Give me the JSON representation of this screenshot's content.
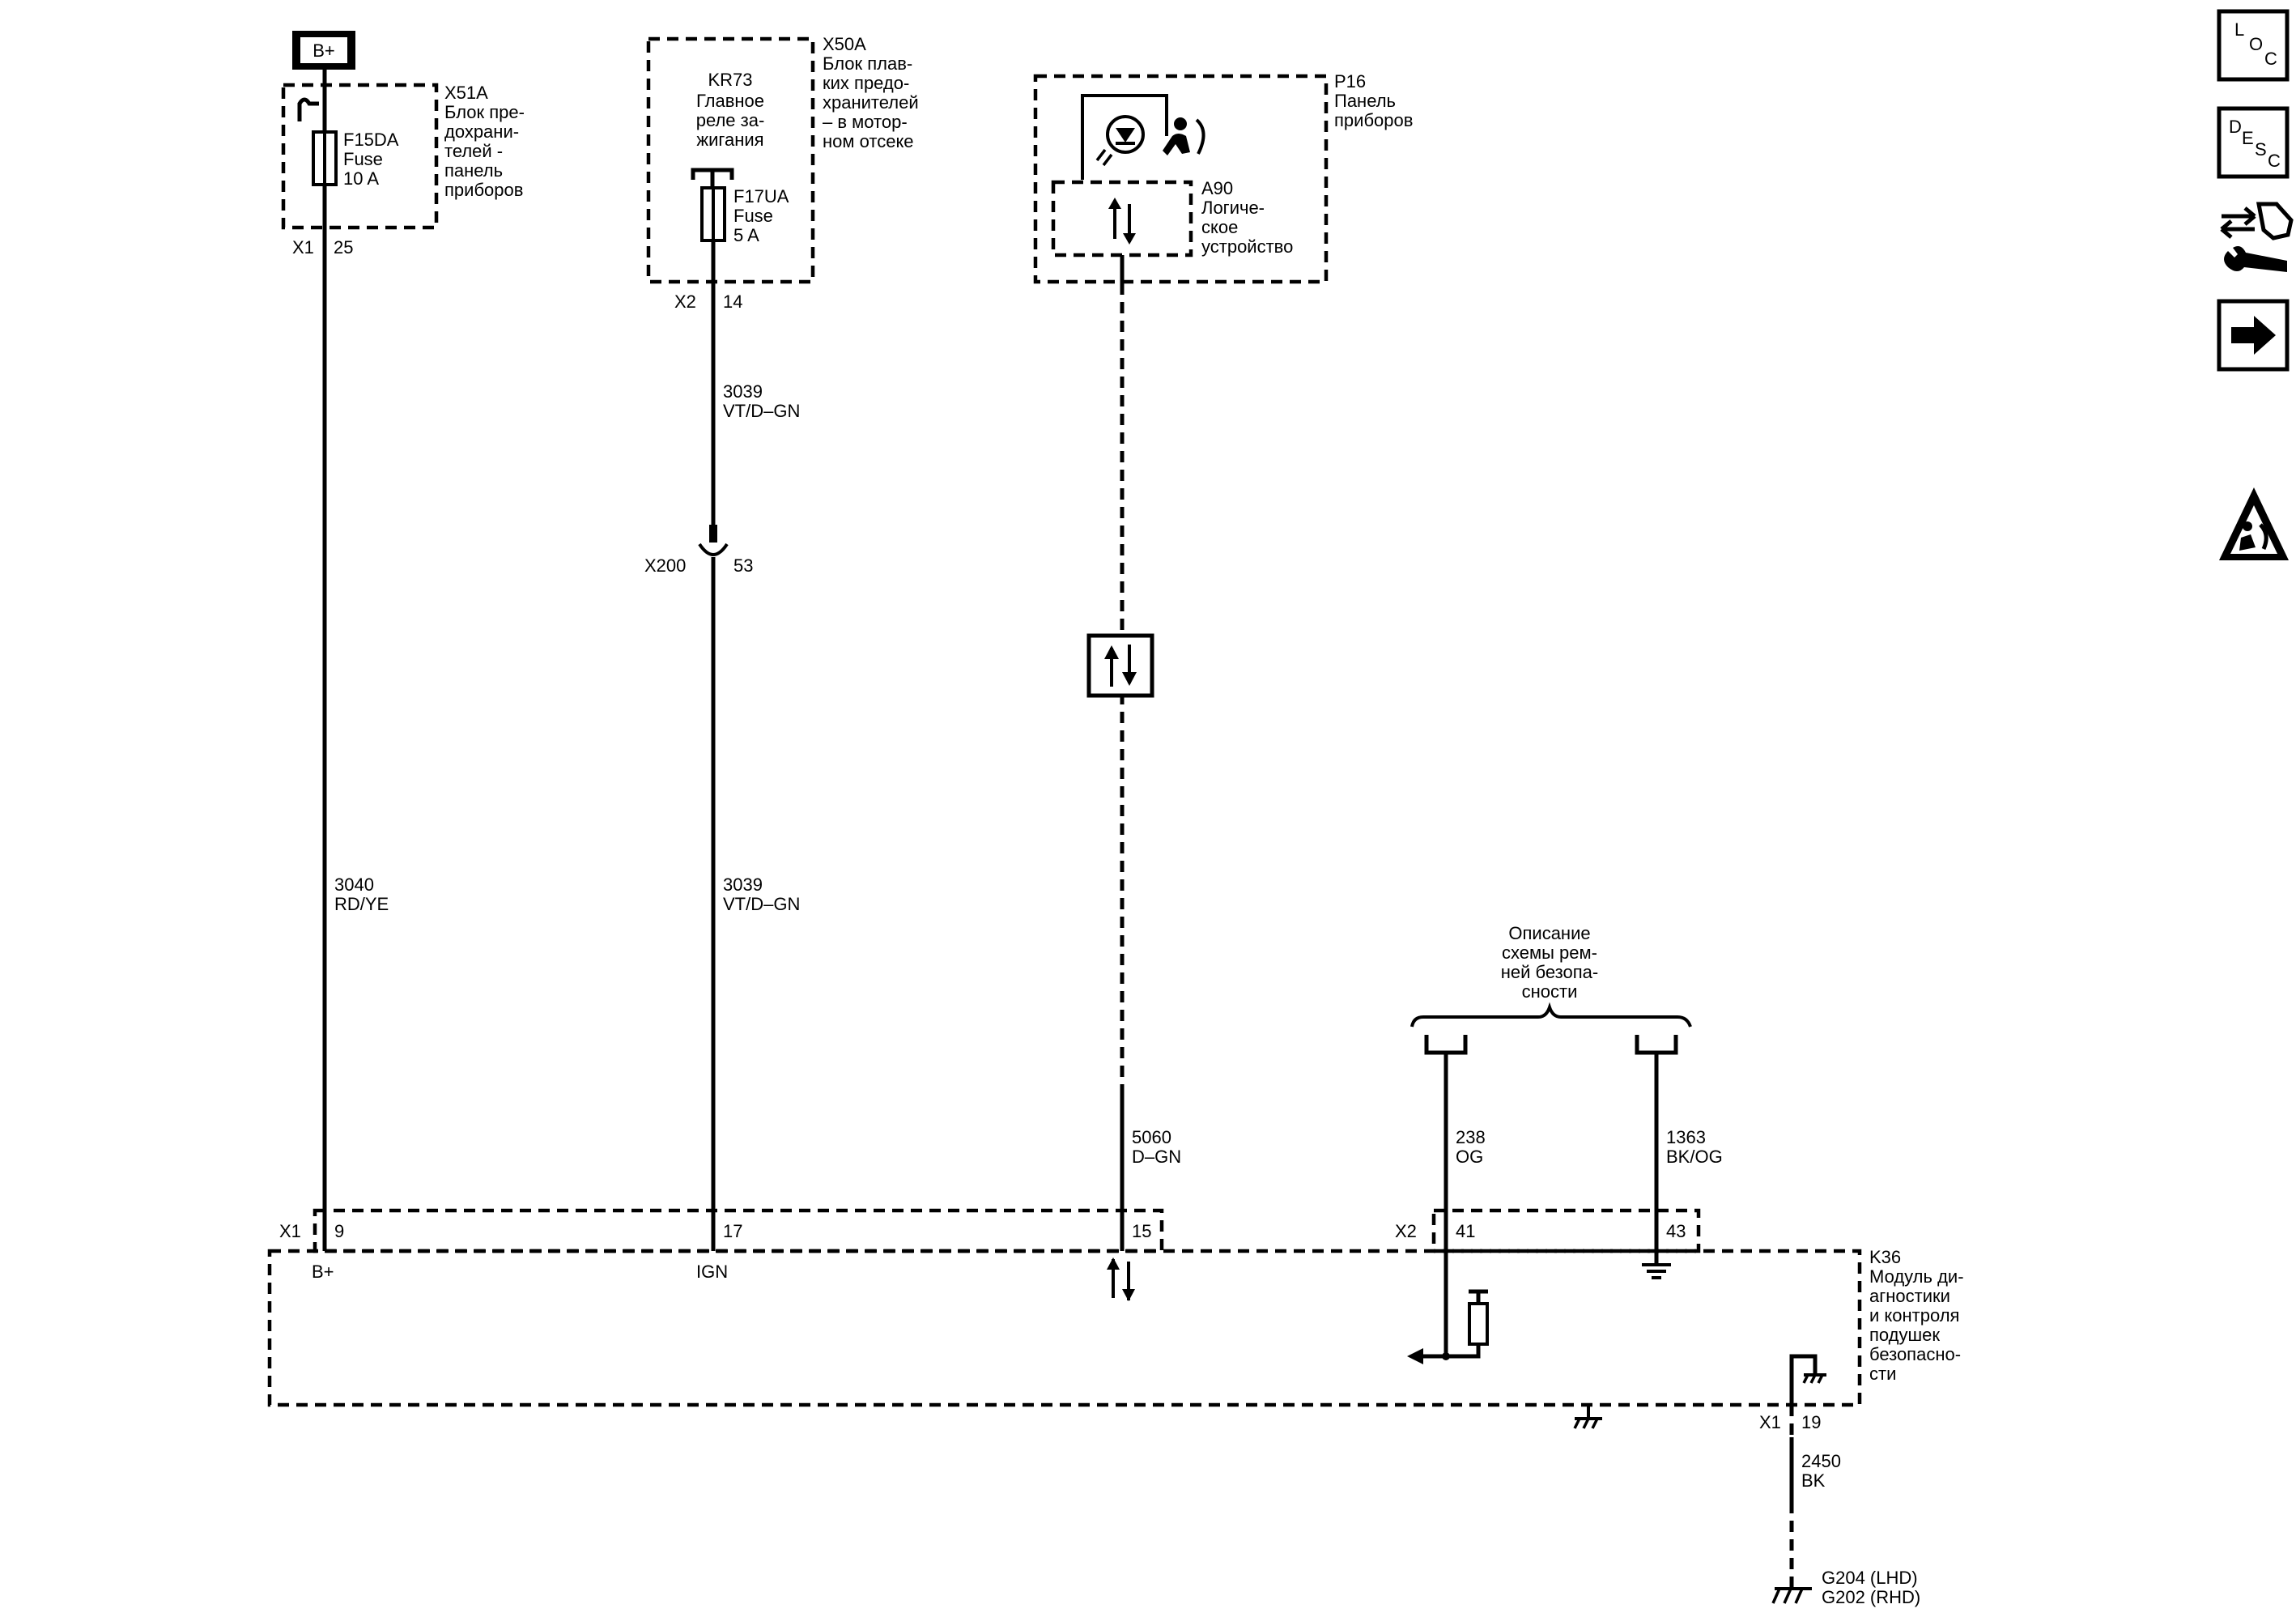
{
  "power": {
    "b_plus": "B+"
  },
  "x51a": {
    "id": "X51A",
    "desc": [
      "Блок пре-",
      "дохрани-",
      "телей -",
      "панель",
      "приборов"
    ],
    "fuse_id": "F15DA",
    "fuse_type": "Fuse",
    "fuse_rating": "10 A",
    "conn": "X1",
    "pin": "25"
  },
  "x50a": {
    "id": "X50A",
    "desc": [
      "Блок плав-",
      "ких предо-",
      "хранителей",
      "– в мотор-",
      "ном отсеке"
    ],
    "relay_id": "KR73",
    "relay_desc": [
      "Главное",
      "реле за-",
      "жигания"
    ],
    "fuse_id": "F17UA",
    "fuse_type": "Fuse",
    "fuse_rating": "5 A",
    "conn": "X2",
    "pin": "14"
  },
  "p16": {
    "id": "P16",
    "desc": [
      "Панель",
      "приборов"
    ],
    "a90_id": "A90",
    "a90_desc": [
      "Логиче-",
      "ское",
      "устройство"
    ]
  },
  "wires": {
    "w3040": {
      "circuit": "3040",
      "color": "RD/YE"
    },
    "w3039_top": {
      "circuit": "3039",
      "color": "VT/D–GN"
    },
    "w3039_bottom": {
      "circuit": "3039",
      "color": "VT/D–GN"
    },
    "w5060": {
      "circuit": "5060",
      "color": "D–GN"
    },
    "w238": {
      "circuit": "238",
      "color": "OG"
    },
    "w1363": {
      "circuit": "1363",
      "color": "BK/OG"
    },
    "w2450": {
      "circuit": "2450",
      "color": "BK"
    }
  },
  "x200": {
    "id": "X200",
    "pin": "53"
  },
  "belt_ref": [
    "Описание",
    "схемы рем-",
    "ней безопа-",
    "сности"
  ],
  "k36": {
    "id": "K36",
    "desc": [
      "Модуль ди-",
      "агностики",
      "и контроля",
      "подушек",
      "безопасно-",
      "сти"
    ],
    "conn_x1": "X1",
    "pin_9": "9",
    "pin_17": "17",
    "pin_15": "15",
    "conn_x2": "X2",
    "pin_41": "41",
    "pin_43": "43",
    "label_bplus": "B+",
    "label_ign": "IGN",
    "ground_conn": "X1",
    "ground_pin": "19"
  },
  "ground": [
    "G204 (LHD)",
    "G202 (RHD)"
  ],
  "nav": {
    "loc": [
      "L",
      "O",
      "C"
    ],
    "desc": [
      "D",
      "E",
      "S",
      "C"
    ]
  }
}
